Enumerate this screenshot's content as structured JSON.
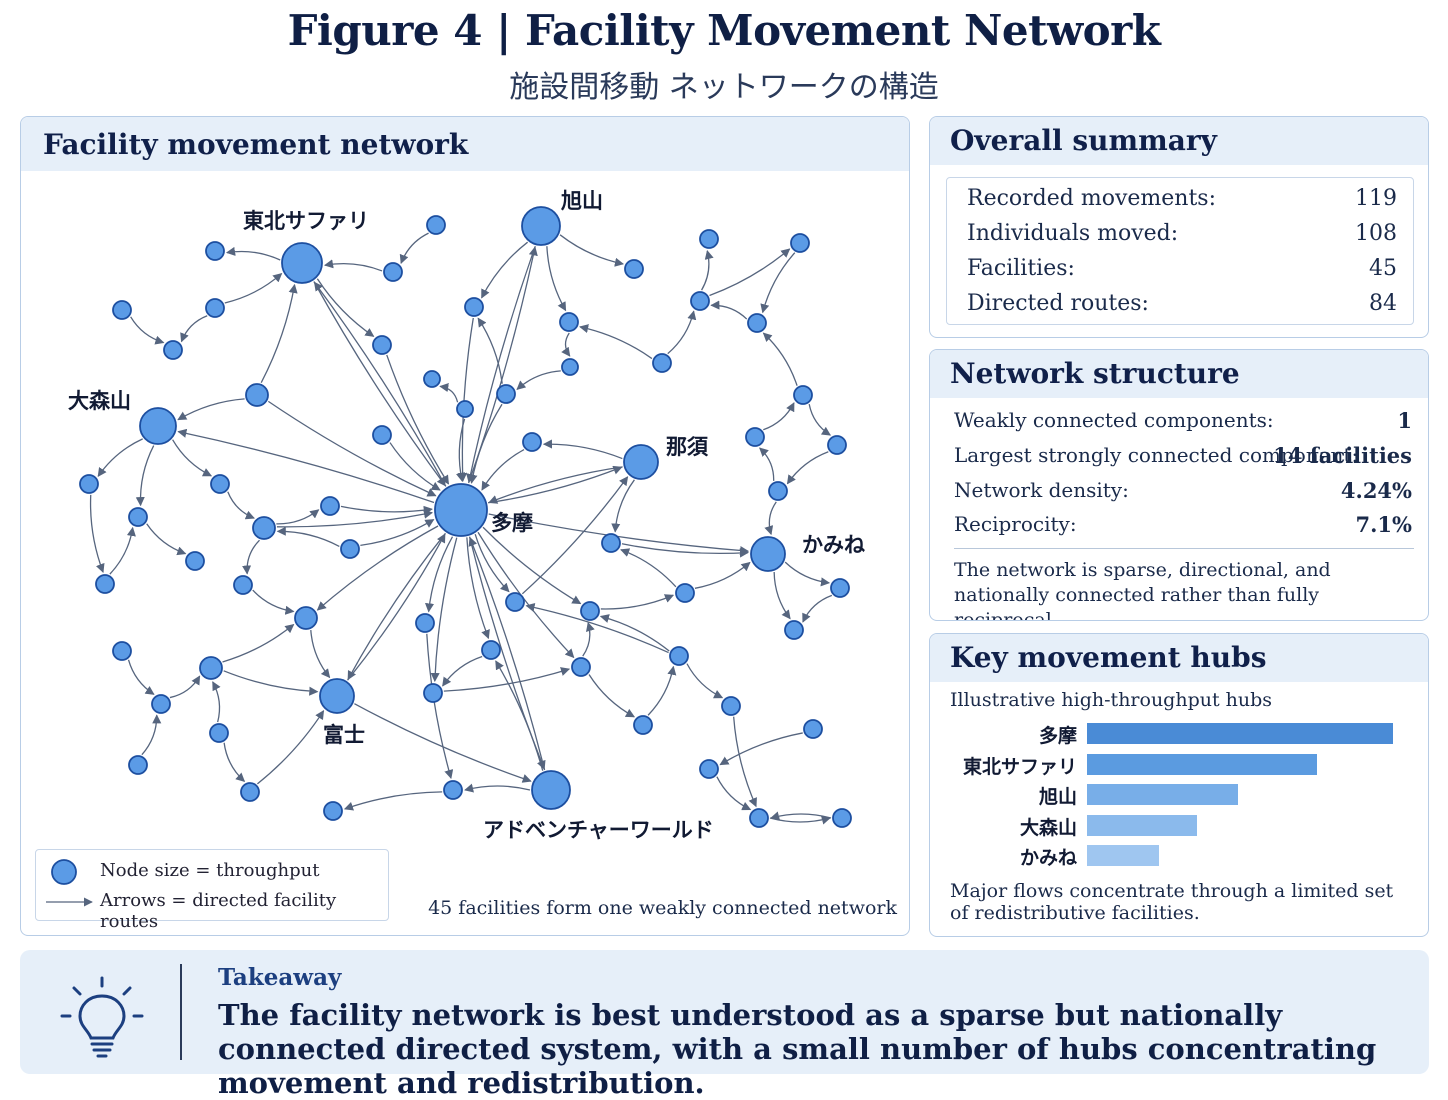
{
  "header": {
    "title": "Figure 4 | Facility Movement Network",
    "subtitle": "施設間移動 ネットワークの構造"
  },
  "network": {
    "heading": "Facility movement network",
    "labels": {
      "tama": "多摩",
      "asahiyama": "旭山",
      "tohoku_safari": "東北サファリ",
      "omoriyama": "大森山",
      "nasu": "那須",
      "kamine": "かみね",
      "fuji": "富士",
      "adventure_world": "アドベンチャーワールド"
    },
    "legend": {
      "node_size": "Node size = throughput",
      "arrows": "Arrows = directed facility routes"
    },
    "caption": "45 facilities form one weakly connected network"
  },
  "summary": {
    "heading": "Overall summary",
    "rows": [
      {
        "label": "Recorded movements:",
        "value": "119"
      },
      {
        "label": "Individuals moved:",
        "value": "108"
      },
      {
        "label": "Facilities:",
        "value": "45"
      },
      {
        "label": "Directed routes:",
        "value": "84"
      }
    ]
  },
  "structure": {
    "heading": "Network structure",
    "rows": [
      {
        "label": "Weakly connected components:",
        "value": "1"
      },
      {
        "label": "Largest strongly connected component:",
        "value": "14 facilities"
      },
      {
        "label": "Network density:",
        "value": "4.24%"
      },
      {
        "label": "Reciprocity:",
        "value": "7.1%"
      }
    ],
    "note": "The network is sparse, directional, and nationally connected rather than fully reciprocal."
  },
  "hubs": {
    "heading": "Key movement hubs",
    "subheading": "Illustrative high-throughput hubs",
    "items": [
      {
        "label": "多摩",
        "value": 1.0,
        "color": "#4a8bd6"
      },
      {
        "label": "東北サファリ",
        "value": 0.75,
        "color": "#5b9be0"
      },
      {
        "label": "旭山",
        "value": 0.495,
        "color": "#78aee8"
      },
      {
        "label": "大森山",
        "value": 0.36,
        "color": "#8bbaec"
      },
      {
        "label": "かみね",
        "value": 0.235,
        "color": "#9fc6f0"
      }
    ],
    "note": "Major flows concentrate through a limited set of redistributive facilities."
  },
  "takeaway": {
    "label": "Takeaway",
    "text": "The facility network is best understood as a sparse but nationally connected directed system, with a small number of hubs concentrating movement and redistribution.",
    "icon": "lightbulb-icon"
  }
}
